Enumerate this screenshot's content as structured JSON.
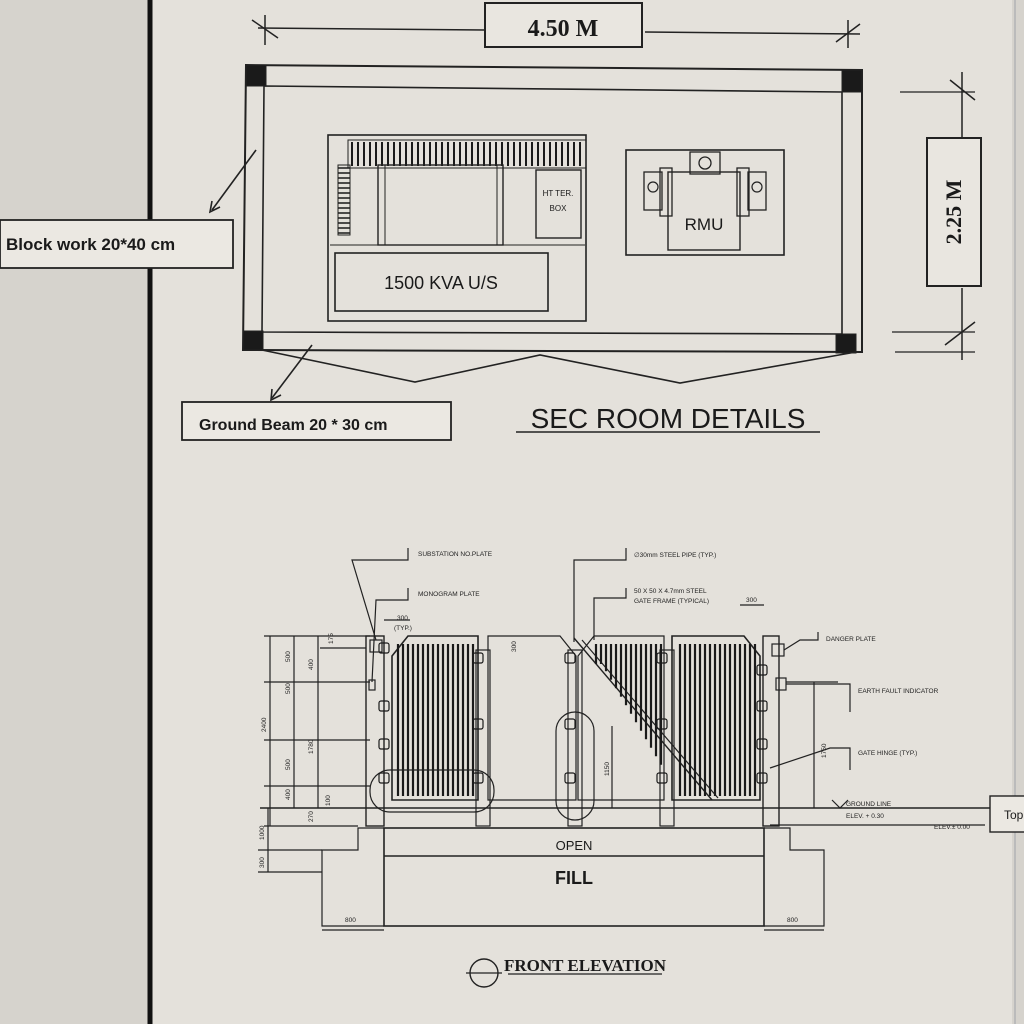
{
  "plan": {
    "width_dim": "4.50 M",
    "depth_dim": "2.25 M",
    "block_work_label": "Block work 20*40 cm",
    "ground_beam_label": "Ground  Beam  20 * 30 cm",
    "ht_box_line1": "HT TER.",
    "ht_box_line2": "BOX",
    "rmu_label": "RMU",
    "transformer_label": "1500 KVA U/S",
    "title": "SEC ROOM DETAILS"
  },
  "elevation": {
    "title": "FRONT ELEVATION",
    "open_label": "OPEN",
    "fill_label": "FILL",
    "callouts": {
      "substation_plate": "SUBSTATION NO.PLATE",
      "monogram_plate": "MONOGRAM PLATE",
      "steel_pipe": "∅30mm STEEL PIPE (TYP.)",
      "gate_frame_1": "50 X 50 X 4.7mm STEEL",
      "gate_frame_2": "GATE FRAME (TYPICAL)",
      "danger_plate": "DANGER PLATE",
      "earth_fault": "EARTH FAULT INDICATOR",
      "gate_hinge": "GATE HINGE (TYP.)",
      "ground_line": "GROUND LINE",
      "elev_030": "ELEV. + 0.30",
      "elev_000": "ELEV.± 0.00",
      "side_tab": "Top"
    },
    "dims": {
      "d300a": "300",
      "typ": "(TYP.)",
      "d300b": "300",
      "d300c": "300",
      "d175": "175",
      "d500a": "500",
      "d400a": "400",
      "d500b": "500",
      "d2400": "2400",
      "d1780": "1780",
      "d500c": "500",
      "d400b": "400",
      "d270": "270",
      "d100": "100",
      "d1000": "1000",
      "d300d": "300",
      "d1150": "1150",
      "d1750": "1750",
      "d800a": "800",
      "d800b": "800"
    }
  }
}
